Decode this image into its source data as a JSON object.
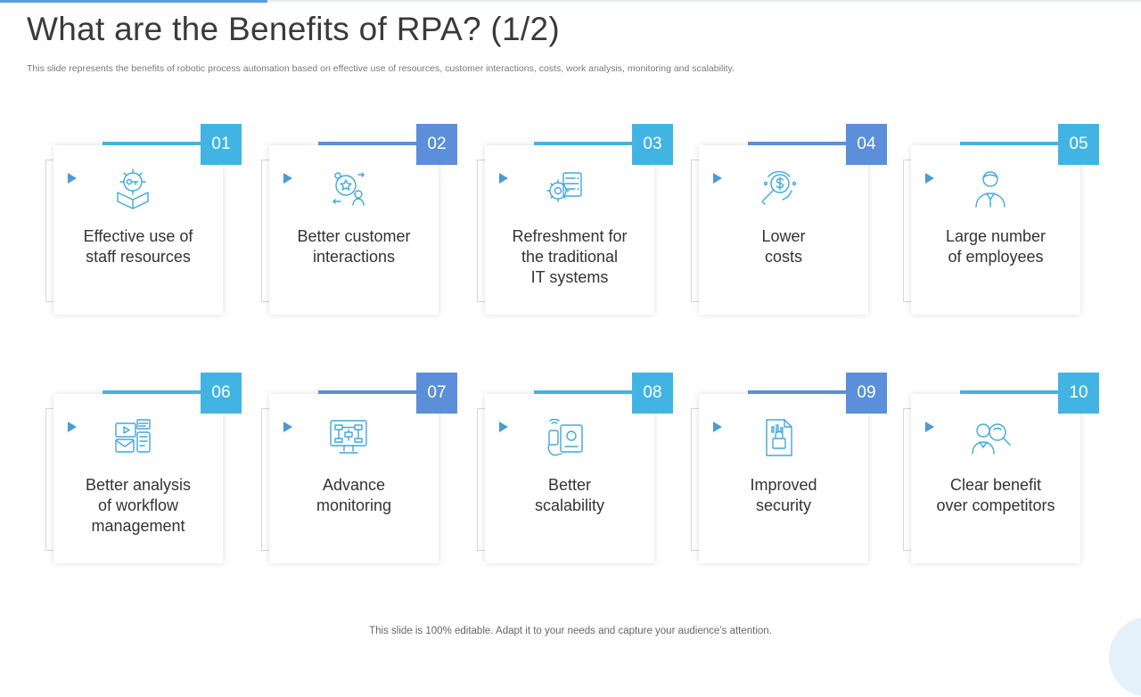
{
  "title": "What are the Benefits of RPA? (1/2)",
  "subtitle": "This slide represents the benefits of robotic process automation based on effective use of resources, customer interactions, costs, work analysis, monitoring and scalability.",
  "footer": "This slide is 100% editable. Adapt it to your needs and capture your audience’s attention.",
  "colors": {
    "light_blue": "#42b4e4",
    "mid_blue": "#5b8fd9",
    "arrow_blue": "#4a9ad6",
    "icon_stroke": "#3fa9dc"
  },
  "cards": [
    {
      "number": "01",
      "label": "Effective use of\nstaff resources",
      "icon": "gear-key-box-icon",
      "color": "light_blue"
    },
    {
      "number": "02",
      "label": "Better customer\ninteractions",
      "icon": "customer-service-star-icon",
      "color": "mid_blue"
    },
    {
      "number": "03",
      "label": "Refreshment for\nthe traditional\nIT systems",
      "icon": "gear-server-icon",
      "color": "light_blue"
    },
    {
      "number": "04",
      "label": "Lower\ncosts",
      "icon": "dollar-magnifier-icon",
      "color": "mid_blue"
    },
    {
      "number": "05",
      "label": "Large number\nof employees",
      "icon": "employee-person-icon",
      "color": "light_blue"
    },
    {
      "number": "06",
      "label": "Better analysis\nof workflow\nmanagement",
      "icon": "workflow-email-icon",
      "color": "light_blue"
    },
    {
      "number": "07",
      "label": "Advance\nmonitoring",
      "icon": "monitor-flowchart-icon",
      "color": "mid_blue"
    },
    {
      "number": "08",
      "label": "Better\nscalability",
      "icon": "hand-device-icon",
      "color": "light_blue"
    },
    {
      "number": "09",
      "label": "Improved\nsecurity",
      "icon": "document-lock-icon",
      "color": "mid_blue"
    },
    {
      "number": "10",
      "label": "Clear benefit\nover competitors",
      "icon": "people-magnifier-icon",
      "color": "light_blue"
    }
  ]
}
